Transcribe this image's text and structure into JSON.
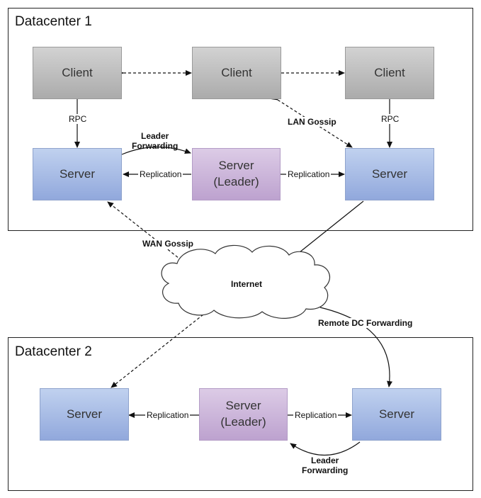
{
  "datacenters": [
    {
      "title": "Datacenter 1"
    },
    {
      "title": "Datacenter 2"
    }
  ],
  "dc1": {
    "clients": [
      "Client",
      "Client",
      "Client"
    ],
    "server_left": "Server",
    "leader_line1": "Server",
    "leader_line2": "(Leader)",
    "server_right": "Server"
  },
  "dc2": {
    "server_left": "Server",
    "leader_line1": "Server",
    "leader_line2": "(Leader)",
    "server_right": "Server"
  },
  "labels": {
    "rpc": "RPC",
    "leader_forwarding_1": "Leader",
    "leader_forwarding_2": "Forwarding",
    "replication": "Replication",
    "lan_gossip": "LAN Gossip",
    "wan_gossip": "WAN Gossip",
    "internet": "Internet",
    "remote_dc_forwarding": "Remote DC Forwarding"
  }
}
